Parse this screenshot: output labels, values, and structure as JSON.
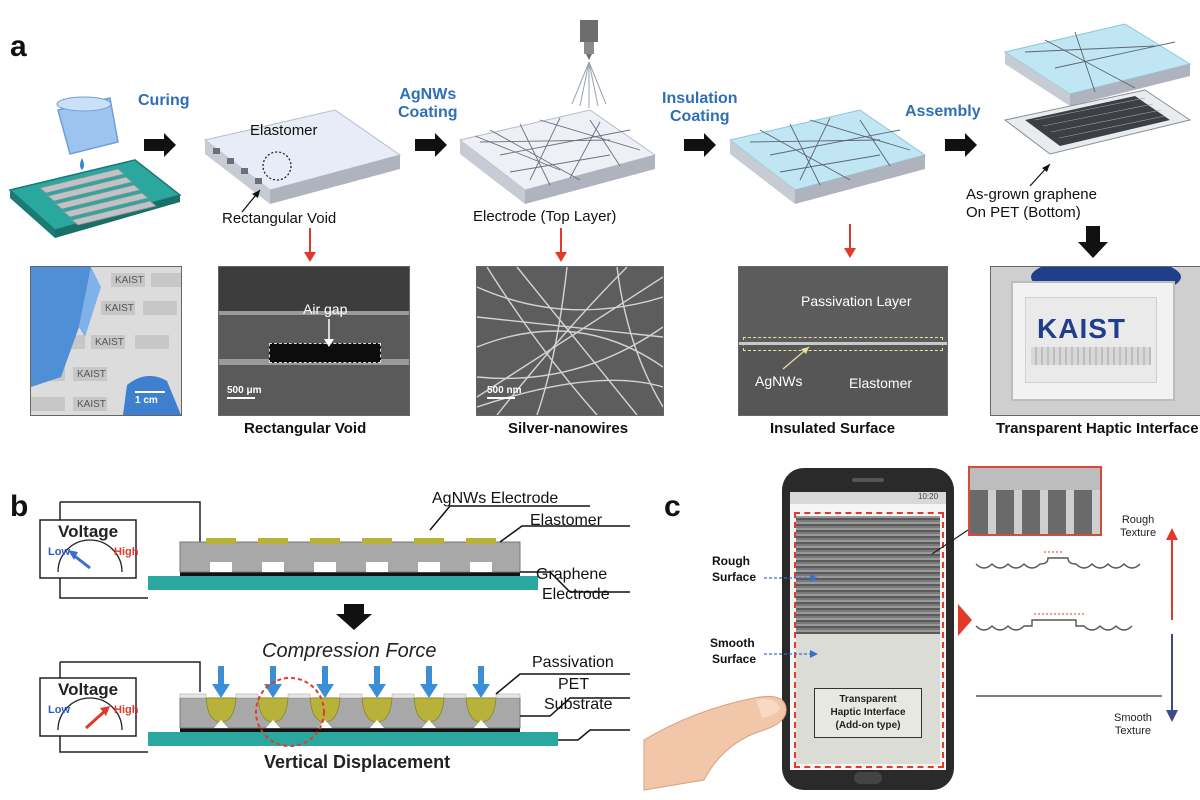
{
  "panels": {
    "a": "a",
    "b": "b",
    "c": "c"
  },
  "panel_a": {
    "steps": [
      "Curing",
      "AgNWs\nCoating",
      "Insulation\nCoating",
      "Assembly"
    ],
    "step_lines": {
      "curing": "Curing",
      "agnws_1": "AgNWs",
      "agnws_2": "Coating",
      "ins_1": "Insulation",
      "ins_2": "Coating",
      "assembly": "Assembly"
    },
    "elastomer_label": "Elastomer",
    "rect_void_label": "Rectangular Void",
    "electrode_label": "Electrode (Top Layer)",
    "graphene_label_1": "As-grown graphene",
    "graphene_label_2": "On PET (Bottom)",
    "kaist_tag": "KAIST",
    "scale_1cm": "1 cm",
    "air_gap": "Air gap",
    "scale_500um": "500 μm",
    "scale_500nm": "500 nm",
    "passivation_layer": "Passivation Layer",
    "agnws": "AgNWs",
    "elastomer2": "Elastomer",
    "kaist_logo": "KAIST",
    "captions": {
      "rect_void": "Rectangular Void",
      "silver": "Silver-nanowires",
      "insulated": "Insulated Surface",
      "haptic": "Transparent Haptic Interface"
    }
  },
  "panel_b": {
    "voltage": "Voltage",
    "low": "Low",
    "high": "High",
    "agnws_electrode": "AgNWs Electrode",
    "elastomer": "Elastomer",
    "graphene": "Graphene",
    "electrode": "Electrode",
    "compression_force": "Compression Force",
    "passivation": "Passivation",
    "pet": "PET",
    "substrate": "Substrate",
    "vertical_displacement": "Vertical Displacement"
  },
  "panel_c": {
    "rough_surface_1": "Rough",
    "rough_surface_2": "Surface",
    "smooth_surface_1": "Smooth",
    "smooth_surface_2": "Surface",
    "inset_1": "Transparent",
    "inset_2": "Haptic Interface",
    "inset_3": "(Add-on type)",
    "rough_texture_1": "Rough",
    "rough_texture_2": "Texture",
    "smooth_texture_1": "Smooth",
    "smooth_texture_2": "Texture",
    "status_time": "10:20"
  },
  "colors": {
    "step_blue": "#2f6fb5",
    "red_arrow": "#e23a2a",
    "teal": "#2aa8a0",
    "elastomer_gray": "#a8a8a8",
    "agnw_olive": "#b9b23a"
  }
}
